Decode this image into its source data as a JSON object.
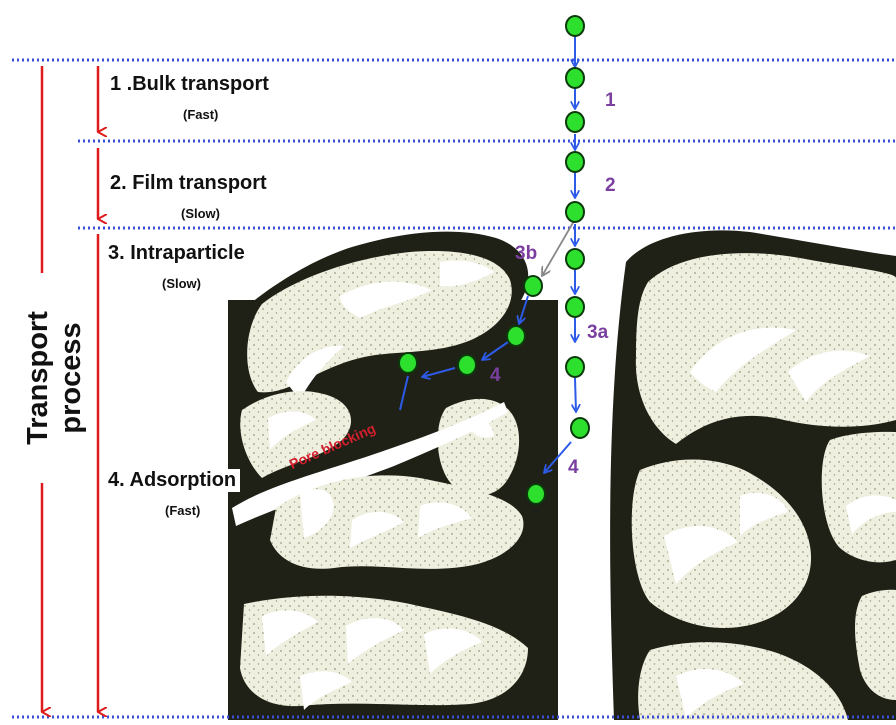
{
  "diagram": {
    "side_label": "Transport process",
    "stages": [
      {
        "title": "1 .Bulk transport",
        "speed": "(Fast)"
      },
      {
        "title": "2. Film transport",
        "speed": "(Slow)"
      },
      {
        "title": "3. Intraparticle",
        "speed": "(Slow)"
      },
      {
        "title": "4. Adsorption",
        "speed": "(Fast)"
      }
    ],
    "step_markers": [
      "1",
      "2",
      "3a",
      "3b",
      "4",
      "4"
    ],
    "pore_label": "Pore blocking",
    "colors": {
      "boundary_line": "#3a4fd8",
      "stage_arrow": "#e01a1a",
      "particle": "#2ee02e",
      "particle_outline": "#0a3a0a",
      "path_arrow": "#2d5be8",
      "adsorbent_dark": "#1f2116",
      "adsorbent_light": "#eeeedd",
      "step_number": "#7b3fa0",
      "pore_text": "#d21f2e"
    }
  }
}
